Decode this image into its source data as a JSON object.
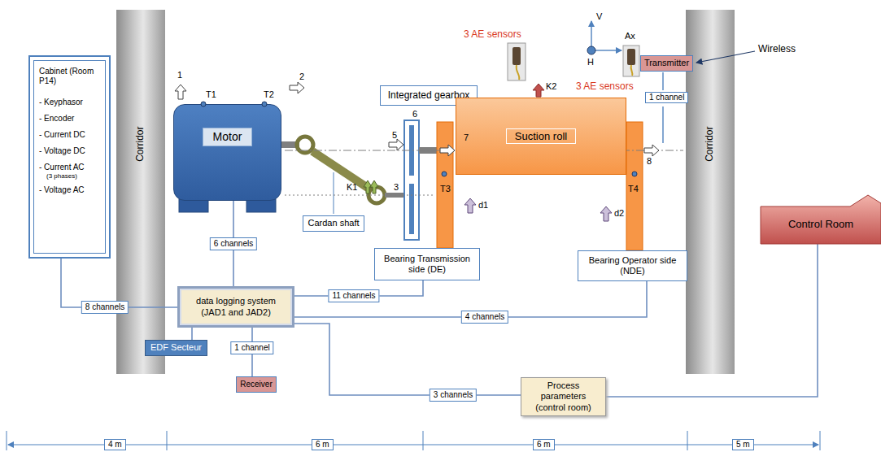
{
  "diagram": {
    "nodes": [
      {
        "text": [
          "Cabinet (Room P14)",
          "- Keyphasor",
          "- Encoder",
          "- Current DC",
          "- Voltage DC",
          "- Current AC",
          "(3 phases)",
          "- Voltage AC"
        ]
      },
      {
        "text": [
          "Corridor"
        ]
      },
      {
        "text": [
          "Motor"
        ]
      },
      {
        "text": [
          "Cardan shaft"
        ]
      },
      {
        "text": [
          "Integrated gearbox"
        ]
      },
      {
        "text": [
          "Suction roll"
        ]
      },
      {
        "text": [
          "Transmitter"
        ]
      },
      {
        "text": [
          "Corridor"
        ]
      },
      {
        "text": [
          "Control Room"
        ]
      },
      {
        "text": [
          "Bearing Transmission side (DE)"
        ]
      },
      {
        "text": [
          "Bearing Operator side (NDE)"
        ]
      },
      {
        "text": [
          "data logging system (JAD1 and JAD2)"
        ]
      },
      {
        "text": [
          "EDF Secteur"
        ]
      },
      {
        "text": [
          "Receiver"
        ]
      },
      {
        "text": [
          "Process parameters (control room)"
        ]
      }
    ],
    "edges": [
      {
        "from": 2,
        "to": 11,
        "label": "6 channels",
        "arrow": "none"
      },
      {
        "from": 0,
        "to": 11,
        "label": "8 channels",
        "arrow": "none"
      },
      {
        "from": 11,
        "to": 9,
        "label": "11 channels",
        "arrow": "none"
      },
      {
        "from": 11,
        "to": 10,
        "label": "4 channels",
        "arrow": "none"
      },
      {
        "from": 11,
        "to": 13,
        "label": "1 channel",
        "arrow": "none"
      },
      {
        "from": 11,
        "to": 12,
        "arrow": "none"
      },
      {
        "from": 11,
        "to": 14,
        "label": "3 channels",
        "arrow": "none"
      },
      {
        "from": 14,
        "to": 8,
        "arrow": "none"
      }
    ],
    "labels": [
      "T1",
      "T2",
      "1",
      "2",
      "K1",
      "3",
      "6",
      "5",
      "3 AE sensors",
      "K2",
      "7",
      "T3",
      "d1",
      "d2",
      "8",
      "T4",
      "3 AE sensors",
      "1 channel",
      "Wireless",
      "V",
      "Ax",
      "H",
      "4 m",
      "6 m",
      "6 m",
      "5 m"
    ]
  }
}
